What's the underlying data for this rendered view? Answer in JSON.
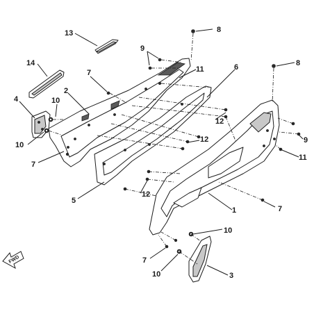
{
  "callouts": {
    "c1": "1",
    "c2": "2",
    "c3": "3",
    "c4": "4",
    "c5": "5",
    "c6": "6",
    "c7a": "7",
    "c7b": "7",
    "c7c": "7",
    "c7d": "7",
    "c8a": "8",
    "c8b": "8",
    "c9a": "9",
    "c9b": "9",
    "c10a": "10",
    "c10b": "10",
    "c10c": "10",
    "c10d": "10",
    "c11a": "11",
    "c11b": "11",
    "c12a": "12",
    "c12b": "12",
    "c12c": "12",
    "c13": "13",
    "c14": "14"
  },
  "direction_marker": {
    "text": "FWD"
  }
}
